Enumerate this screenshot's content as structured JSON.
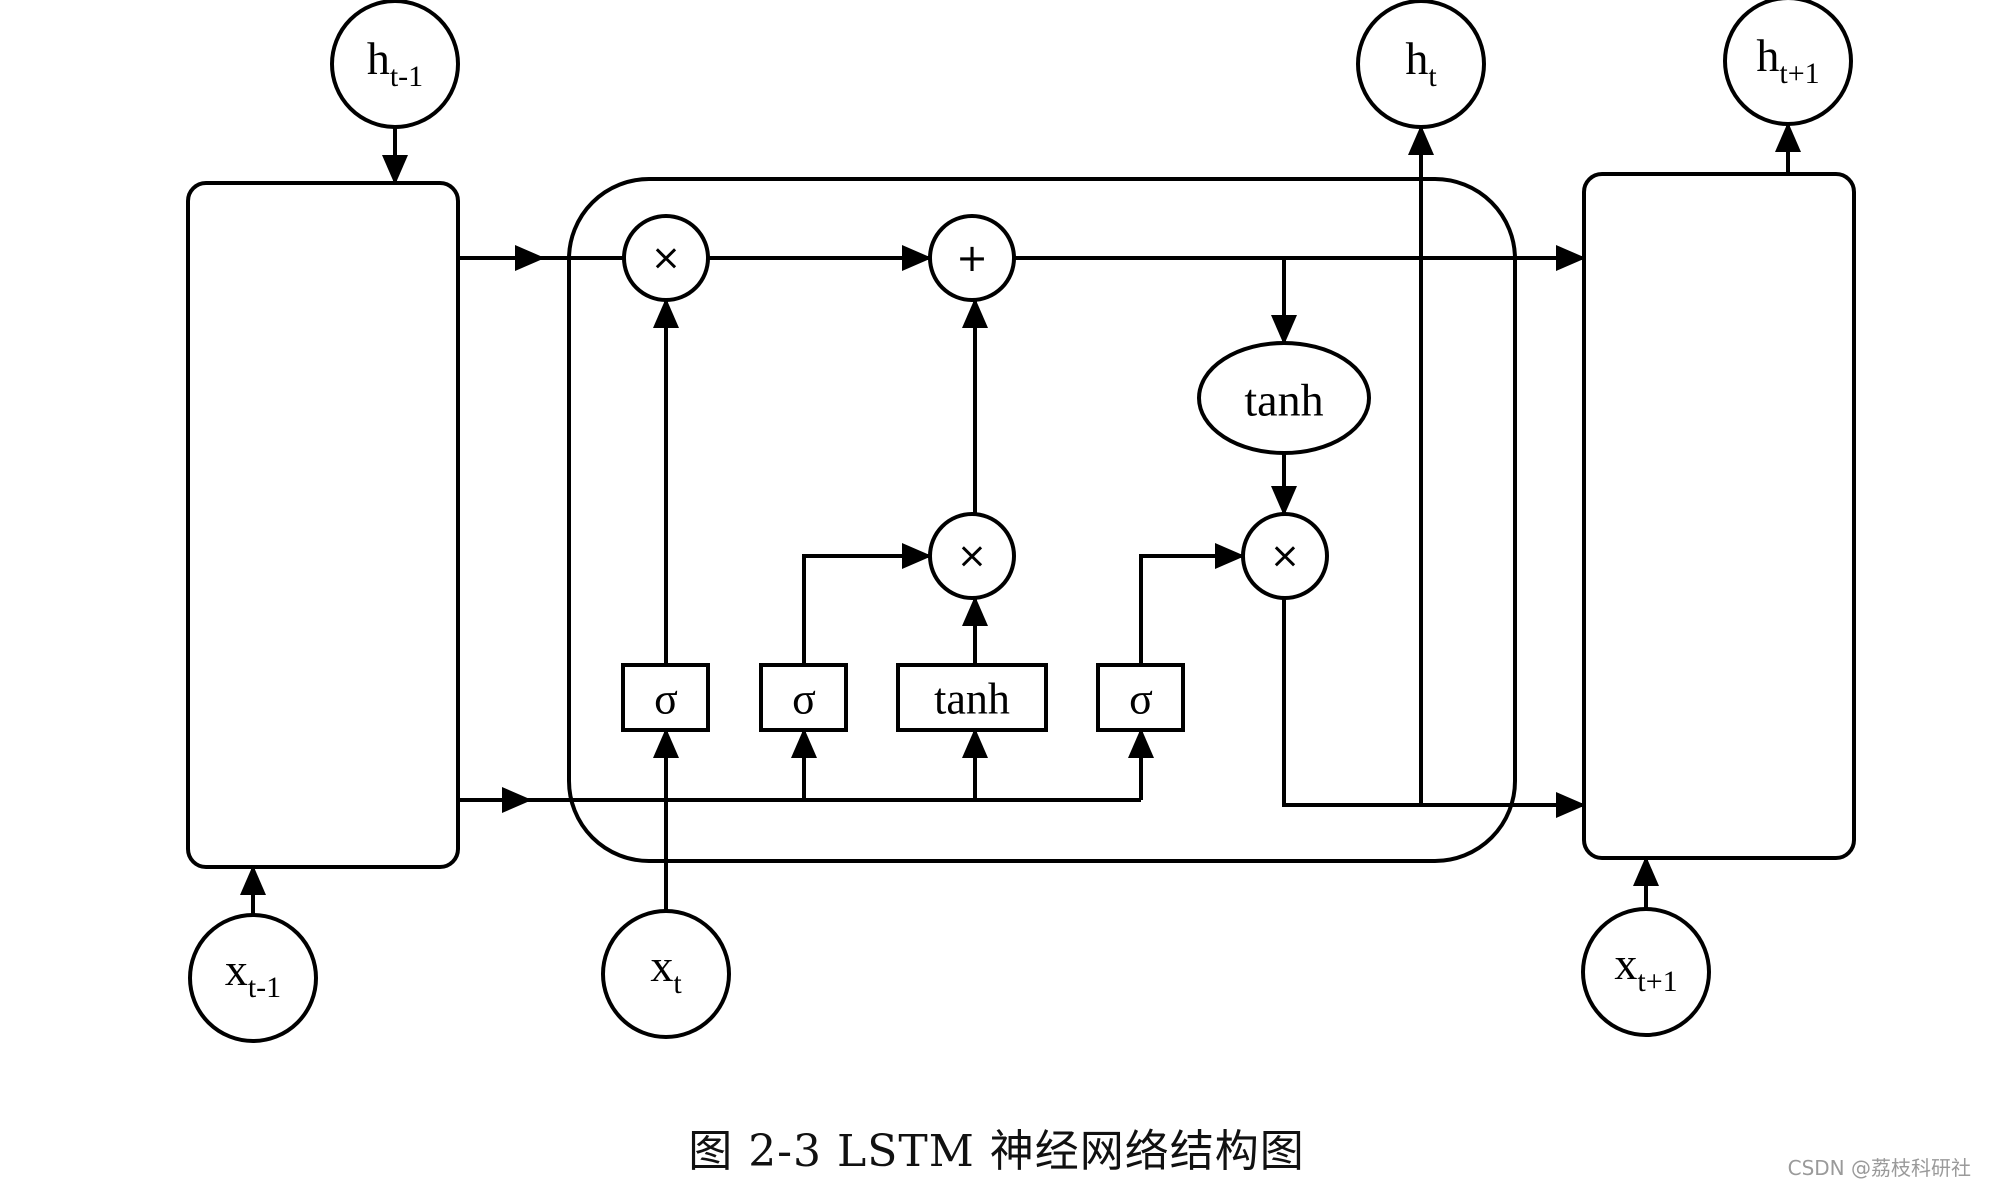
{
  "caption": "图 2-3  LSTM 神经网络结构图",
  "watermark": "CSDN @荔枝科研社",
  "nodes": {
    "h_prev": {
      "main": "h",
      "sub": "t-1"
    },
    "h_cur": {
      "main": "h",
      "sub": "t"
    },
    "h_next": {
      "main": "h",
      "sub": "t+1"
    },
    "x_prev": {
      "main": "x",
      "sub": "t-1"
    },
    "x_cur": {
      "main": "x",
      "sub": "t"
    },
    "x_next": {
      "main": "x",
      "sub": "t+1"
    }
  },
  "ops": {
    "forget_mult": "×",
    "add": "+",
    "input_mult": "×",
    "output_mult": "×",
    "cell_tanh": "tanh"
  },
  "gates": {
    "forget": "σ",
    "input": "σ",
    "candidate": "tanh",
    "output": "σ"
  }
}
